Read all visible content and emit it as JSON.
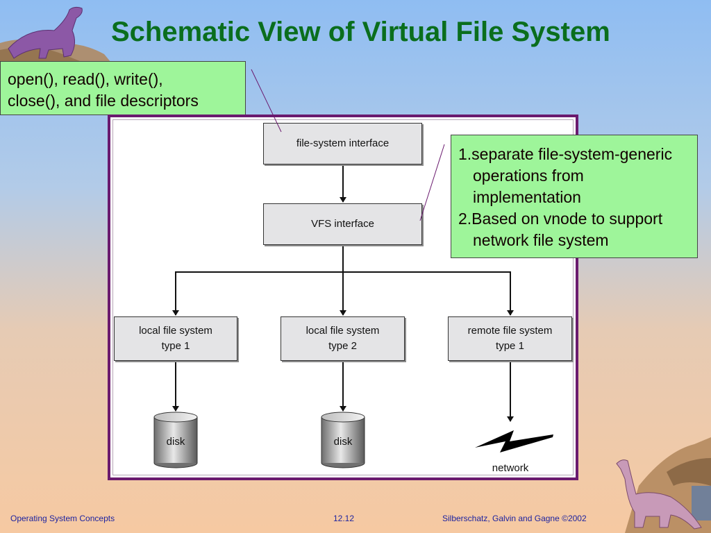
{
  "slide": {
    "title": "Schematic View of Virtual File System",
    "callout_left": {
      "line1": "open(), read(), write(),",
      "line2": "close(), and file descriptors"
    },
    "callout_right": {
      "items": [
        "1.separate file-system-generic operations from implementation",
        "2.Based on vnode to support network file system"
      ]
    }
  },
  "diagram": {
    "fs_interface": "file-system interface",
    "vfs_interface": "VFS interface",
    "local_fs_1": "local file system\ntype 1",
    "local_fs_2": "local file system\ntype 2",
    "remote_fs_1": "remote file system\ntype 1",
    "disk_1": "disk",
    "disk_2": "disk",
    "network": "network"
  },
  "footer": {
    "left": "Operating System Concepts",
    "center": "12.12",
    "right": "Silberschatz, Galvin and  Gagne ©2002"
  }
}
